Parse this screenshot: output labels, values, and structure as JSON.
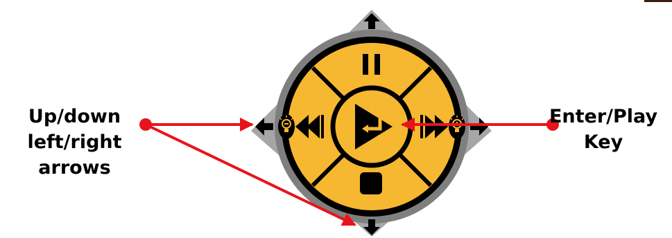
{
  "labels": {
    "left": [
      "Up/down",
      "left/right",
      "arrows"
    ],
    "right": [
      "Enter/Play",
      "Key"
    ]
  },
  "colors": {
    "pad_fill": "#f6b731",
    "ring": "#000000",
    "outer_ring": "#7f7f7f",
    "diamond": "#a6a6a6",
    "pointer": "#e8141c"
  },
  "icons": [
    "up-arrow-icon",
    "down-arrow-icon",
    "left-arrow-icon",
    "right-arrow-icon",
    "pause-icon",
    "stop-icon",
    "rewind-icon",
    "fast-forward-icon",
    "play-enter-icon",
    "lightbulb-minus-icon",
    "lightbulb-plus-icon"
  ]
}
